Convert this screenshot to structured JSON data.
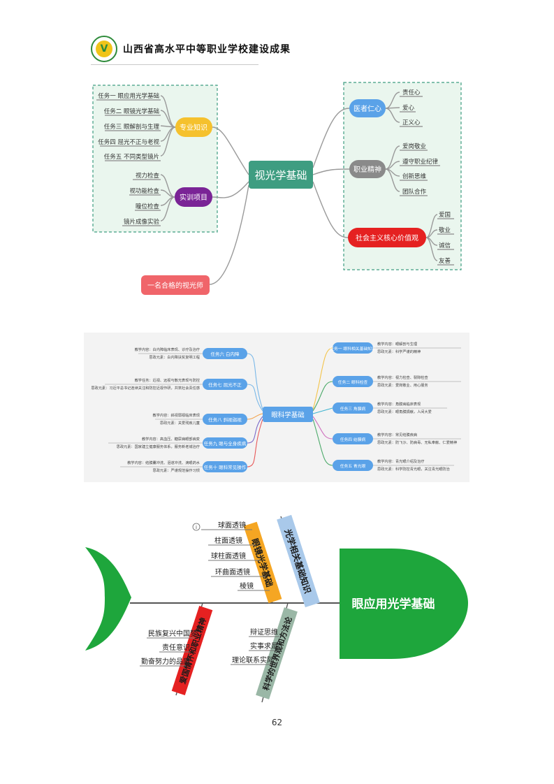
{
  "header": {
    "logo_char": "V",
    "title": "山西省高水平中等职业学校建设成果"
  },
  "map1": {
    "center": "视光学基础",
    "zhuanye": {
      "label": "专业知识",
      "items": [
        "任务一 眼应用光学基础",
        "任务二 眼镜光学基础",
        "任务三 眼解剖与生理",
        "任务四 屈光不正与老视",
        "任务五 不同类型镜片"
      ]
    },
    "shixun": {
      "label": "实训项目",
      "items": [
        "视力检查",
        "视功能检查",
        "瞳位检查",
        "镜片成像实验"
      ]
    },
    "yizhe": {
      "label": "医者仁心",
      "items": [
        "责任心",
        "爱心",
        "正义心"
      ]
    },
    "zhiye": {
      "label": "职业精神",
      "items": [
        "爱岗敬业",
        "遵守职业纪律",
        "创新思维",
        "团队合作"
      ]
    },
    "shehui": {
      "label": "社会主义核心价值观",
      "items": [
        "爱国",
        "敬业",
        "诚信",
        "友善"
      ]
    },
    "goal": "一名合格的视光师"
  },
  "map2": {
    "center": "眼科学基础",
    "left": [
      {
        "label": "任务六 白内障",
        "lines": [
          "教学内容：白内障临床表现、诊疗及治疗",
          "思政元素：白内障扶贫复明工程"
        ]
      },
      {
        "label": "任务七 屈光不正",
        "lines": [
          "教学任务：近视、远视与散光表现与防控",
          "思政元素：习近平总书记连续关注和防控近视作研，共筑社会责任感"
        ]
      },
      {
        "label": "任务八 斜视弱视",
        "lines": [
          "教学内容：斜视弱视临床表现",
          "思政元素：关爱残疾儿童"
        ]
      },
      {
        "label": "任务九 眼与全身疾病",
        "lines": [
          "教学内容：高血压、糖尿病眼部病变",
          "思政元素：国家建立健康服务体系，服务新老城治疗"
        ]
      },
      {
        "label": "任务十 眼科常见操作",
        "lines": [
          "教学内容：结膜囊冲洗、泪道冲洗、滴眼药水",
          "思政元素：严谨规范操作习惯"
        ]
      }
    ],
    "right": [
      {
        "label": "任务一 眼科相关基础知识",
        "lines": [
          "教学内容：眼解剖与生理",
          "思政元素：科学严谨的精神"
        ]
      },
      {
        "label": "任务二 眼科检查",
        "lines": [
          "教学内容：视力检查、裂隙检查",
          "思政元素：爱岗敬业、用心服务"
        ]
      },
      {
        "label": "任务三 角膜病",
        "lines": [
          "教学内容：角膜病临床表现",
          "思政元素：眼角膜捐献，人间大爱"
        ]
      },
      {
        "label": "任务四 结膜病",
        "lines": [
          "教学内容：常见结膜疾病",
          "思政元素：防飞沙、防病毒、无私奉献、仁爱精神"
        ]
      },
      {
        "label": "任务五 青光眼",
        "lines": [
          "教学内容：青光眼介绍及治疗",
          "思政元素：科学防控青光眼，关注青光眼防治"
        ]
      }
    ]
  },
  "map3": {
    "head": "眼应用光学基础",
    "info_icon": "i",
    "bone1": {
      "label": "眼镜光学基础",
      "items": [
        "球面透镜",
        "柱面透镜",
        "球柱面透镜",
        "环曲面透镜",
        "棱镜"
      ]
    },
    "bone2": {
      "label": "光学相关基础知识"
    },
    "bone3": {
      "label": "爱国情怀和职业精神",
      "items": [
        "民族复兴中国梦",
        "责任意识",
        "勤奋努力的品质"
      ]
    },
    "bone4": {
      "label": "科学的世界观和方法论",
      "items": [
        "辩证思维",
        "实事求是",
        "理论联系实际"
      ]
    }
  },
  "page_number": "62",
  "colors": {
    "yellow": "#f5c12e",
    "purple": "#7a2496",
    "blue": "#5aa2e8",
    "gray": "#8a8a8a",
    "red": "#e52121",
    "coral": "#f0656a",
    "teal": "#3e9d81",
    "fishgreen": "#1ea63c"
  }
}
